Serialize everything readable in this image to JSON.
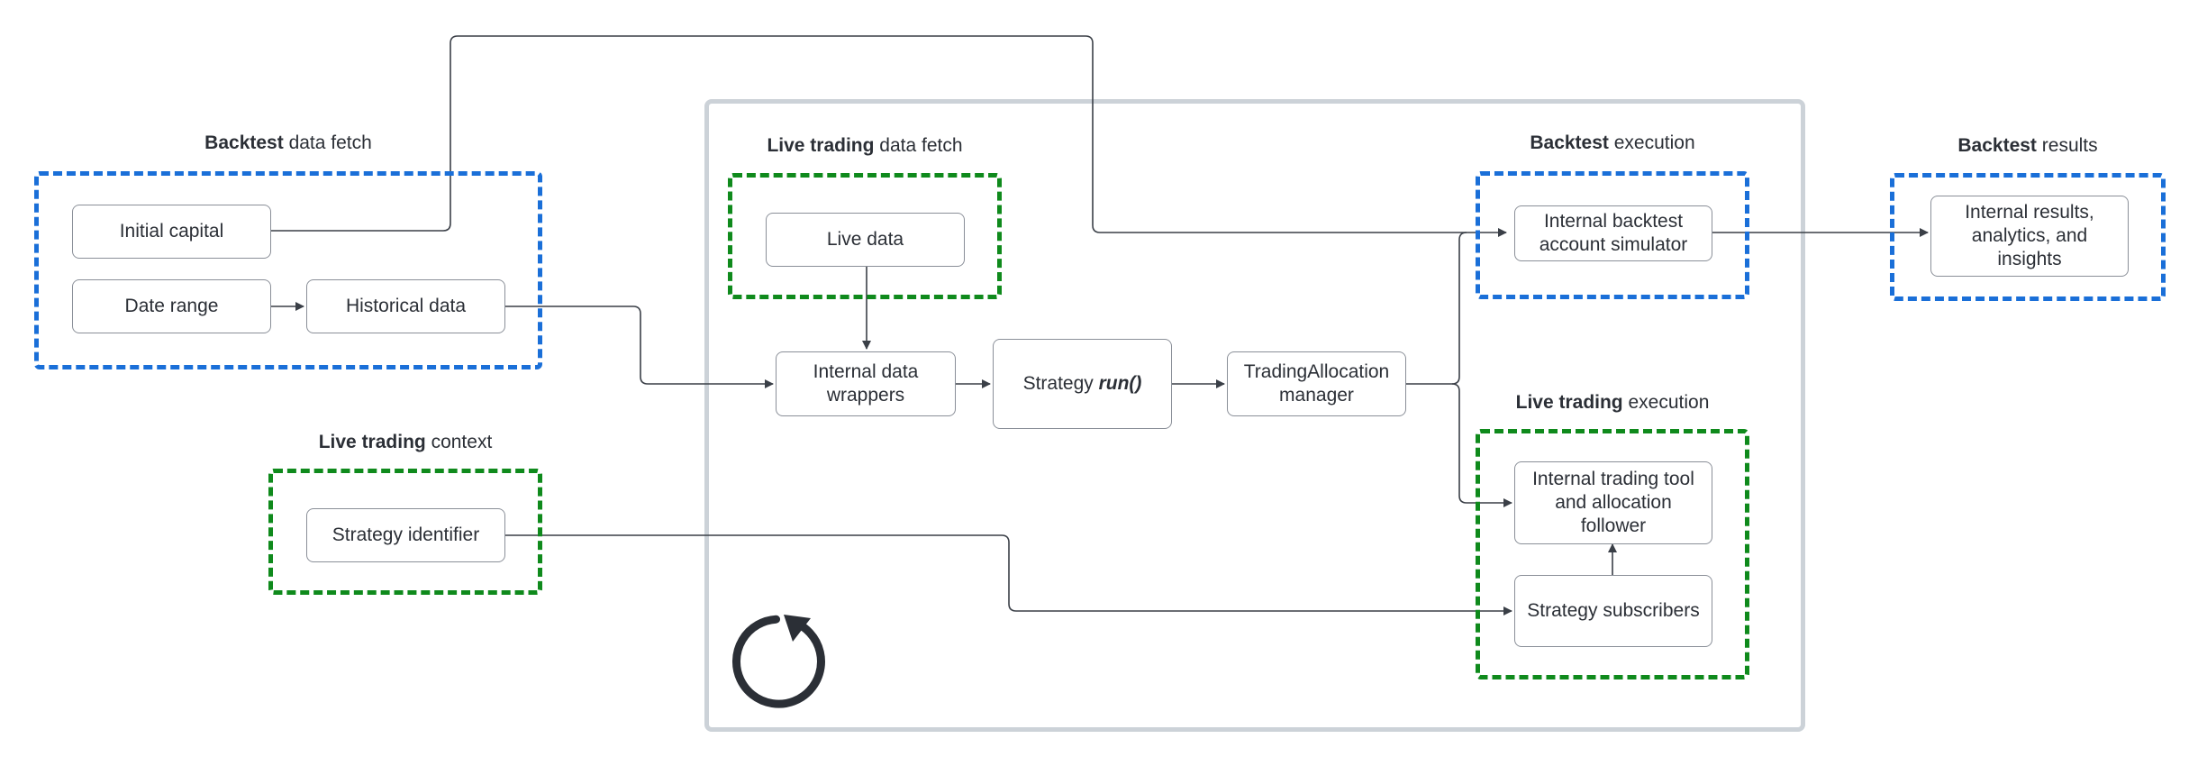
{
  "colors": {
    "backtest_border": "#1a6fd8",
    "live_border": "#0f8a1c",
    "container_border": "#ccd2d8",
    "line": "#3a3f47",
    "loop_icon": "#2b2f36"
  },
  "groups": {
    "backtest_fetch": {
      "bold": "Backtest",
      "rest": " data fetch"
    },
    "live_fetch": {
      "bold": "Live trading",
      "rest": " data fetch"
    },
    "backtest_exec": {
      "bold": "Backtest",
      "rest": " execution"
    },
    "backtest_results": {
      "bold": "Backtest",
      "rest": " results"
    },
    "live_context": {
      "bold": "Live trading",
      "rest": " context"
    },
    "live_exec": {
      "bold": "Live trading",
      "rest": " execution"
    }
  },
  "nodes": {
    "initial_capital": "Initial capital",
    "date_range": "Date range",
    "historical_data": "Historical data",
    "live_data": "Live data",
    "internal_data_wrappers_1": "Internal data",
    "internal_data_wrappers_2": "wrappers",
    "strategy_prefix": "Strategy ",
    "strategy_run": "run()",
    "allocation_manager_1": "TradingAllocation",
    "allocation_manager_2": "manager",
    "backtest_simulator_1": "Internal backtest",
    "backtest_simulator_2": "account simulator",
    "results_1": "Internal results,",
    "results_2": "analytics, and insights",
    "trading_tool_1": "Internal trading tool",
    "trading_tool_2": "and allocation",
    "trading_tool_3": "follower",
    "strategy_subscribers": "Strategy subscribers",
    "strategy_identifier": "Strategy identifier"
  },
  "icons": {
    "loop": "loop-arrow-icon"
  }
}
